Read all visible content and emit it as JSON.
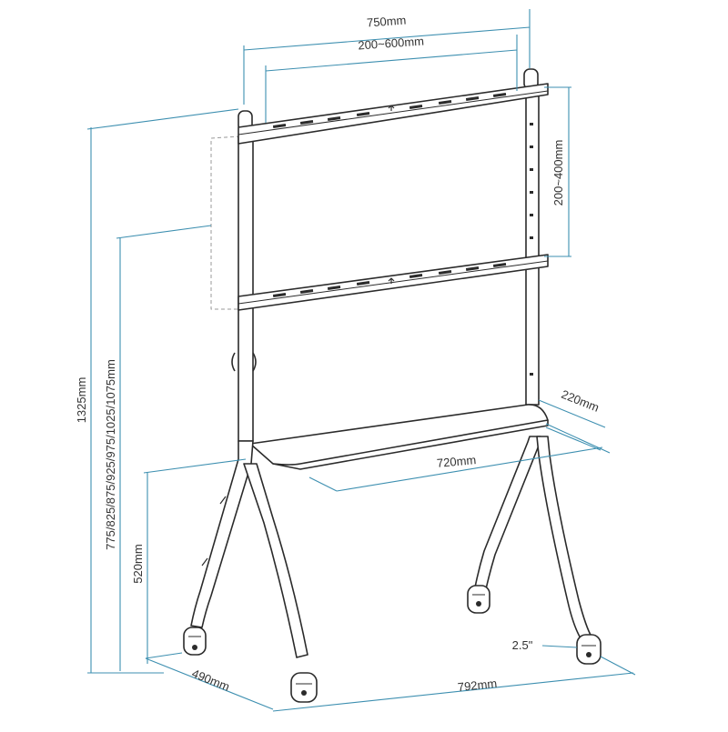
{
  "colors": {
    "dimension": "#3d8fb0",
    "frame": "#2b2b2b",
    "text": "#333333"
  },
  "dimensions": {
    "mount_width": "750mm",
    "vesa_horizontal": "200~600mm",
    "vesa_vertical": "200~400mm",
    "shelf_depth": "220mm",
    "shelf_width": "720mm",
    "total_height": "1325mm",
    "height_settings": "775/825/875/925/975/1025/1075mm",
    "shelf_height": "520mm",
    "base_depth": "490mm",
    "base_width": "792mm",
    "caster_size": "2.5\""
  }
}
